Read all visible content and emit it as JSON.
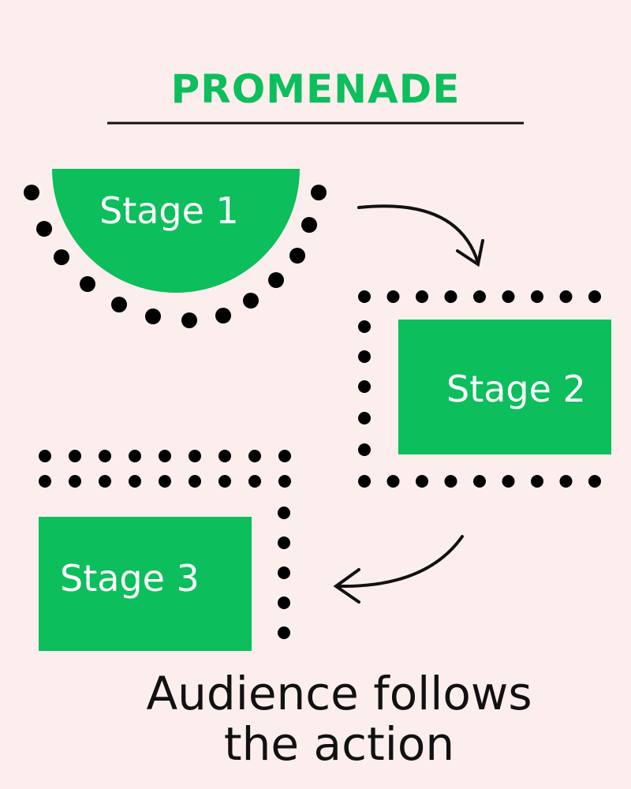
{
  "title": "PROMENADE",
  "stages": [
    {
      "label": "Stage 1",
      "shape": "semicircle"
    },
    {
      "label": "Stage 2",
      "shape": "rectangle"
    },
    {
      "label": "Stage 3",
      "shape": "rectangle"
    }
  ],
  "caption": {
    "line1": "Audience follows",
    "line2": "the action"
  },
  "colors": {
    "background": "#fdeeee",
    "stage_fill": "#0cbf5c",
    "title": "#0cbf5c",
    "dots": "#000000",
    "text": "#111111"
  },
  "icons": [
    "curved-arrow-icon",
    "audience-dot-icon"
  ]
}
